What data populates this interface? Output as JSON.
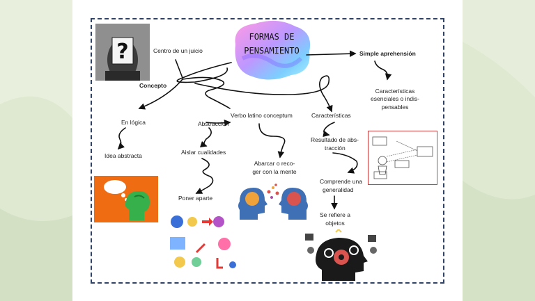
{
  "title_lines": [
    "FORMAS DE",
    "PENSAMIENTO"
  ],
  "nodes": {
    "concepto": "Concepto",
    "centro": "Centro de un juicio",
    "simple": "Simple aprehensión",
    "caracteristicas_esenciales": [
      "Características",
      "esenciales o indis-",
      "pensables"
    ],
    "en_logica": "En lógica",
    "idea_abstracta": "Idea abstracta",
    "abstraccion": "Abstracción",
    "aislar": "Aislar cualidades",
    "poner_aparte": "Poner aparte",
    "verbo": "Verbo latino conceptum",
    "abarcar": [
      "Abarcar o reco-",
      "ger con la mente"
    ],
    "caracteristicas": "Características",
    "resultado": [
      "Resultado de abs-",
      "tracción"
    ],
    "comprende": [
      "Comprende una",
      "generalidad"
    ],
    "se_refiere": [
      "Se refiere a",
      "objetos"
    ]
  },
  "colors": {
    "background": "#dfe9d2",
    "frame": "#2f4266",
    "ink": "#222222",
    "orange": "#ef6c12",
    "green": "#36b04a",
    "red_border": "#d04040"
  }
}
